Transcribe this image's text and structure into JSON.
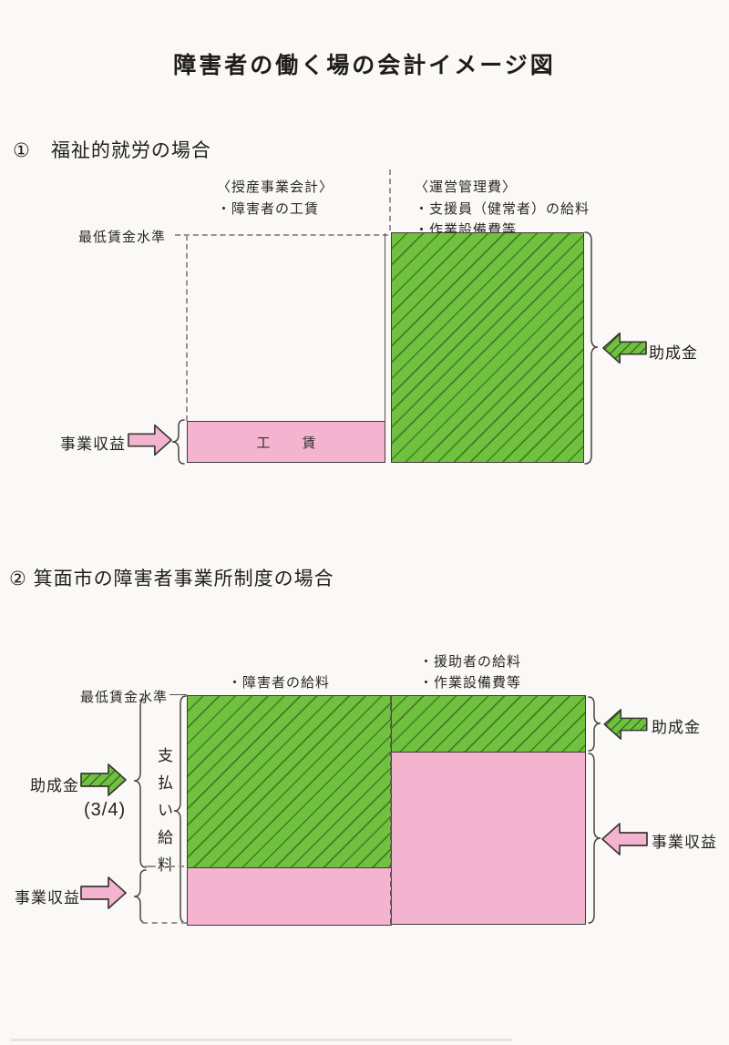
{
  "title": "障害者の働く場の会計イメージ図",
  "section1": {
    "heading": "①　福祉的就労の場合",
    "column_left": {
      "title": "〈授産事業会計〉",
      "item1": "・障害者の工賃"
    },
    "column_right": {
      "title": "〈運営管理費〉",
      "item1": "・支援員（健常者）の給料",
      "item2": "・作業設備費等"
    },
    "min_wage_label": "最低賃金水準",
    "wage_bar_label": "工　賃",
    "revenue_label": "事業収益",
    "subsidy_label": "助成金"
  },
  "section2": {
    "heading": "② 箕面市の障害者事業所制度の場合",
    "column_left": {
      "item1": "・障害者の給料"
    },
    "column_right": {
      "item1": "・援助者の給料",
      "item2": "・作業設備費等"
    },
    "min_wage_label": "最低賃金水準",
    "paid_wages_vertical_label": "支払い給料",
    "subsidy_left_label": "助成金",
    "subsidy_fraction": "(3/4)",
    "revenue_left_label": "事業収益",
    "subsidy_right_label": "助成金",
    "revenue_right_label": "事業収益"
  },
  "colors": {
    "green_fill": "#6fc13f",
    "green_hatch": "#2f5c17",
    "pink_fill": "#f4b4d0",
    "line_dark": "#3f3b36",
    "dash_gray": "#979490"
  }
}
